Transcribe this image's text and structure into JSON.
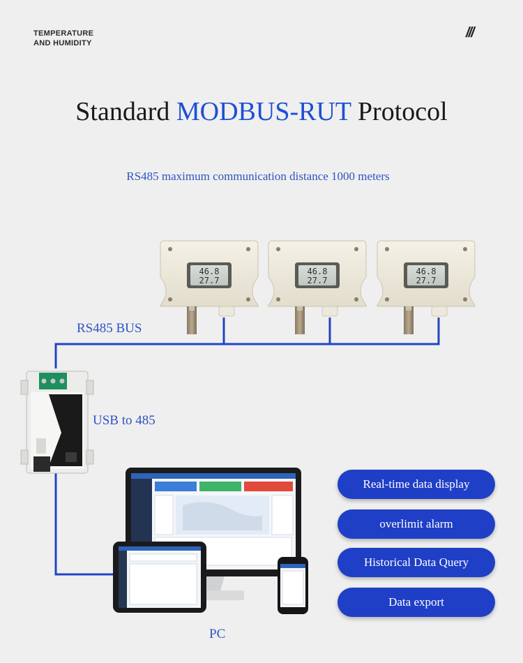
{
  "brand": {
    "line1": "TEMPERATURE",
    "line2": "AND HUMIDITY",
    "mark": "///"
  },
  "headline": {
    "part1": "Standard",
    "part2": "MODBUS-RUT",
    "part3": "Protocol"
  },
  "subtitle": "RS485 maximum communication distance 1000 meters",
  "labels": {
    "bus": "RS485 BUS",
    "converter": "USB to 485",
    "pc": "PC"
  },
  "sensor_display": {
    "humidity": "46.8",
    "temperature": "27.7"
  },
  "features": [
    {
      "label": "Real-time data display"
    },
    {
      "label": "overlimit alarm"
    },
    {
      "label": "Historical Data Query"
    },
    {
      "label": "Data export"
    }
  ],
  "colors": {
    "accent": "#1d4fd6",
    "bus_line": "#2244c4",
    "pill": "#1f3fc7"
  }
}
